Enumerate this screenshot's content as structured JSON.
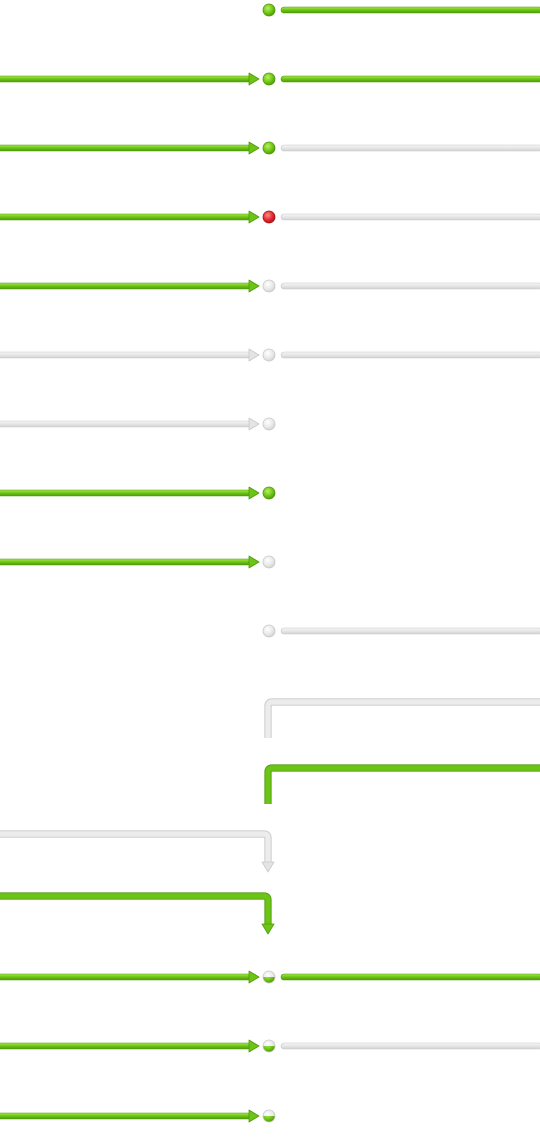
{
  "palette": {
    "active": "#6cc414",
    "active_dark": "#4f9a0c",
    "inactive": "#e4e4e4",
    "inactive_dark": "#c8c8c8",
    "error": "#e0282e",
    "error_dark": "#a51418"
  },
  "rows": [
    {
      "id": "r1",
      "in": "none",
      "node": "active",
      "out": "active"
    },
    {
      "id": "r2",
      "in": "active",
      "node": "active",
      "out": "active"
    },
    {
      "id": "r3",
      "in": "active",
      "node": "active",
      "out": "inactive"
    },
    {
      "id": "r4",
      "in": "active",
      "node": "error",
      "out": "inactive"
    },
    {
      "id": "r5",
      "in": "active",
      "node": "inactive",
      "out": "inactive"
    },
    {
      "id": "r6",
      "in": "inactive",
      "node": "inactive",
      "out": "inactive"
    },
    {
      "id": "r7",
      "in": "inactive",
      "node": "inactive",
      "out": "none"
    },
    {
      "id": "r8",
      "in": "active",
      "node": "active",
      "out": "none"
    },
    {
      "id": "r9",
      "in": "active",
      "node": "inactive",
      "out": "none"
    },
    {
      "id": "r10",
      "in": "none",
      "node": "inactive",
      "out": "inactive"
    },
    {
      "id": "r11",
      "kind": "corner-right",
      "state": "inactive"
    },
    {
      "id": "r12",
      "kind": "corner-right",
      "state": "active"
    },
    {
      "id": "r13",
      "kind": "corner-down",
      "state": "inactive"
    },
    {
      "id": "r14",
      "kind": "corner-down",
      "state": "active"
    },
    {
      "id": "r15",
      "in": "active",
      "node": "half",
      "out": "active"
    },
    {
      "id": "r16",
      "in": "active",
      "node": "half",
      "out": "inactive"
    },
    {
      "id": "r17",
      "in": "active",
      "node": "half",
      "out": "none"
    }
  ]
}
